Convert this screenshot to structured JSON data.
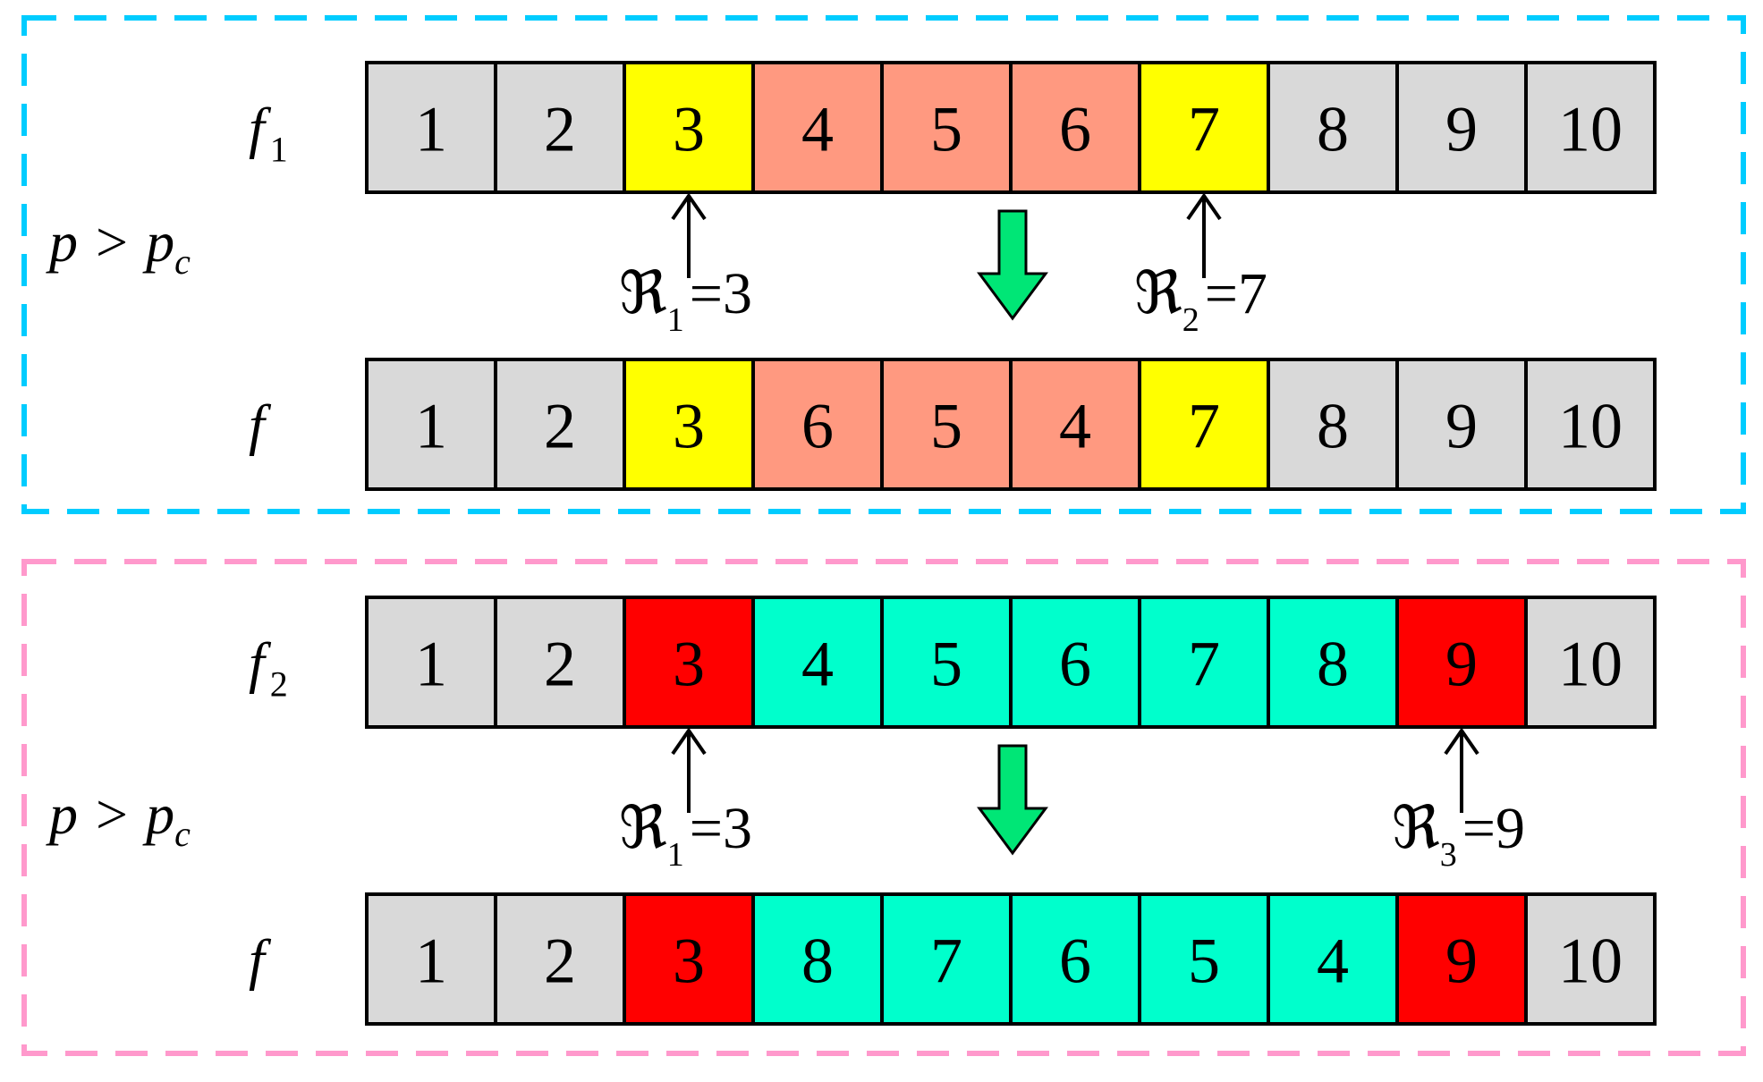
{
  "colors": {
    "gray": "#d9d9d9",
    "yellow": "#ffff00",
    "salmon": "#ff9980",
    "red": "#ff0000",
    "aqua": "#00ffcc",
    "arrow_green": "#00e676",
    "box_top": "#00ccff",
    "box_bottom": "#ff99cc"
  },
  "panels": [
    {
      "condition": {
        "p": "p",
        "gt": ">",
        "pc_main": "p",
        "pc_sub": "c"
      },
      "top_row": {
        "label_main": "f",
        "label_sub": "1",
        "cells": [
          {
            "v": "1",
            "c": "gray"
          },
          {
            "v": "2",
            "c": "gray"
          },
          {
            "v": "3",
            "c": "yellow"
          },
          {
            "v": "4",
            "c": "salmon"
          },
          {
            "v": "5",
            "c": "salmon"
          },
          {
            "v": "6",
            "c": "salmon"
          },
          {
            "v": "7",
            "c": "yellow"
          },
          {
            "v": "8",
            "c": "gray"
          },
          {
            "v": "9",
            "c": "gray"
          },
          {
            "v": "10",
            "c": "gray"
          }
        ]
      },
      "bottom_row": {
        "label_main": "f",
        "label_sub": "",
        "cells": [
          {
            "v": "1",
            "c": "gray"
          },
          {
            "v": "2",
            "c": "gray"
          },
          {
            "v": "3",
            "c": "yellow"
          },
          {
            "v": "6",
            "c": "salmon"
          },
          {
            "v": "5",
            "c": "salmon"
          },
          {
            "v": "4",
            "c": "salmon"
          },
          {
            "v": "7",
            "c": "yellow"
          },
          {
            "v": "8",
            "c": "gray"
          },
          {
            "v": "9",
            "c": "gray"
          },
          {
            "v": "10",
            "c": "gray"
          }
        ]
      },
      "markers": [
        {
          "cell": 2,
          "symbol": "ℜ",
          "sub": "1",
          "eq": "=3"
        },
        {
          "cell": 6,
          "symbol": "ℜ",
          "sub": "2",
          "eq": "=7"
        }
      ]
    },
    {
      "condition": {
        "p": "p",
        "gt": ">",
        "pc_main": "p",
        "pc_sub": "c"
      },
      "top_row": {
        "label_main": "f",
        "label_sub": "2",
        "cells": [
          {
            "v": "1",
            "c": "gray"
          },
          {
            "v": "2",
            "c": "gray"
          },
          {
            "v": "3",
            "c": "red"
          },
          {
            "v": "4",
            "c": "aqua"
          },
          {
            "v": "5",
            "c": "aqua"
          },
          {
            "v": "6",
            "c": "aqua"
          },
          {
            "v": "7",
            "c": "aqua"
          },
          {
            "v": "8",
            "c": "aqua"
          },
          {
            "v": "9",
            "c": "red"
          },
          {
            "v": "10",
            "c": "gray"
          }
        ]
      },
      "bottom_row": {
        "label_main": "f",
        "label_sub": "",
        "cells": [
          {
            "v": "1",
            "c": "gray"
          },
          {
            "v": "2",
            "c": "gray"
          },
          {
            "v": "3",
            "c": "red"
          },
          {
            "v": "8",
            "c": "aqua"
          },
          {
            "v": "7",
            "c": "aqua"
          },
          {
            "v": "6",
            "c": "aqua"
          },
          {
            "v": "5",
            "c": "aqua"
          },
          {
            "v": "4",
            "c": "aqua"
          },
          {
            "v": "9",
            "c": "red"
          },
          {
            "v": "10",
            "c": "gray"
          }
        ]
      },
      "markers": [
        {
          "cell": 2,
          "symbol": "ℜ",
          "sub": "1",
          "eq": "=3"
        },
        {
          "cell": 8,
          "symbol": "ℜ",
          "sub": "3",
          "eq": "=9"
        }
      ]
    }
  ]
}
